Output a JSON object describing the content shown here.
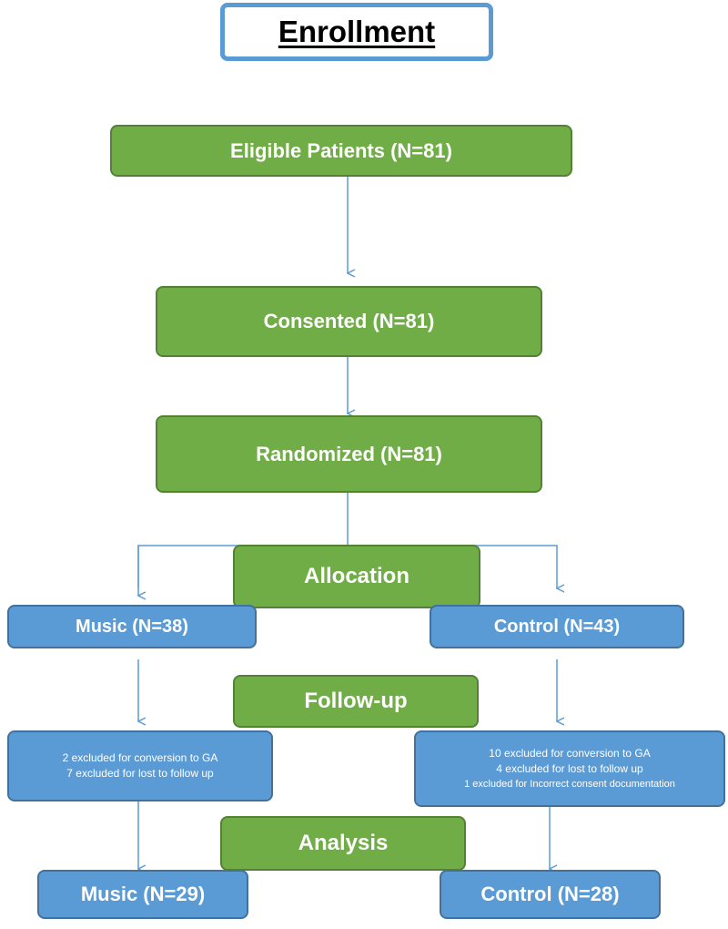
{
  "colors": {
    "green_fill": "#70ad47",
    "blue_fill": "#5b9bd5",
    "arrow": "#5b9bd5",
    "title_border": "#5b9bd5"
  },
  "title": "Enrollment",
  "steps": {
    "eligible": "Eligible Patients (N=81)",
    "consented": "Consented (N=81)",
    "randomized": "Randomized (N=81)"
  },
  "stages": {
    "allocation": "Allocation",
    "followup": "Follow-up",
    "analysis": "Analysis"
  },
  "arms": {
    "music": {
      "allocated": "Music (N=38)",
      "excluded": [
        "2 excluded for conversion to GA",
        "7 excluded for lost to follow up"
      ],
      "analyzed": "Music (N=29)"
    },
    "control": {
      "allocated": "Control (N=43)",
      "excluded": [
        "10 excluded for conversion to GA",
        "4 excluded for lost to follow up",
        "1 excluded for Incorrect consent documentation"
      ],
      "analyzed": "Control (N=28)"
    }
  }
}
